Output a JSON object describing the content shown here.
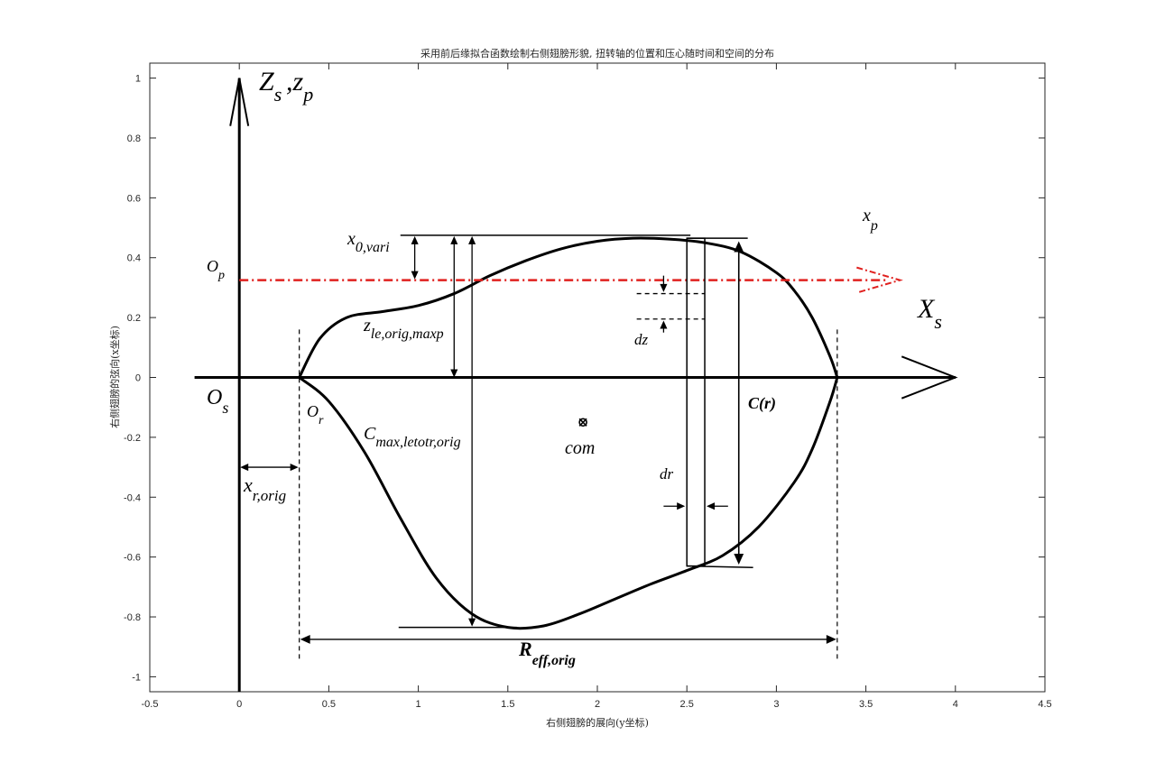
{
  "chart_data": {
    "type": "line",
    "title": "采用前后缘拟合函数绘制右侧翅膀形貌, 扭转轴的位置和压心随时间和空间的分布",
    "xlabel": "右侧翅膀的展向(y坐标)",
    "ylabel": "右侧翅膀的弦向(x坐标)",
    "xlim": [
      -0.5,
      4.5
    ],
    "ylim": [
      -1.05,
      1.05
    ],
    "xticks": [
      -0.5,
      0,
      0.5,
      1,
      1.5,
      2,
      2.5,
      3,
      3.5,
      4,
      4.5
    ],
    "yticks": [
      -1,
      -0.8,
      -0.6,
      -0.4,
      -0.2,
      0,
      0.2,
      0.4,
      0.6,
      0.8,
      1
    ],
    "xtick_labels": [
      "-0.5",
      "0",
      "0.5",
      "1",
      "1.5",
      "2",
      "2.5",
      "3",
      "3.5",
      "4",
      "4.5"
    ],
    "ytick_labels": [
      "-1",
      "-0.8",
      "-0.6",
      "-0.4",
      "-0.2",
      "0",
      "0.2",
      "0.4",
      "0.6",
      "0.8",
      "1"
    ],
    "grid": false,
    "series": [
      {
        "role": "leading-edge",
        "color": "#000000",
        "x": [
          0.335,
          0.45,
          0.6,
          0.8,
          1.0,
          1.2,
          1.4,
          1.6,
          1.8,
          2.0,
          2.2,
          2.4,
          2.6,
          2.8,
          3.0,
          3.1,
          3.2,
          3.3,
          3.34
        ],
        "y": [
          0.0,
          0.13,
          0.2,
          0.22,
          0.24,
          0.28,
          0.34,
          0.39,
          0.43,
          0.455,
          0.465,
          0.462,
          0.45,
          0.42,
          0.35,
          0.29,
          0.2,
          0.07,
          0.0
        ]
      },
      {
        "role": "trailing-edge",
        "color": "#000000",
        "x": [
          0.335,
          0.5,
          0.7,
          0.9,
          1.1,
          1.3,
          1.5,
          1.7,
          1.9,
          2.1,
          2.3,
          2.5,
          2.7,
          2.9,
          3.1,
          3.2,
          3.3,
          3.34
        ],
        "y": [
          0.0,
          -0.08,
          -0.25,
          -0.47,
          -0.67,
          -0.79,
          -0.835,
          -0.83,
          -0.79,
          -0.74,
          -0.69,
          -0.645,
          -0.595,
          -0.5,
          -0.35,
          -0.24,
          -0.08,
          0.0
        ]
      },
      {
        "role": "pitch-axis",
        "color": "#e0201e",
        "x": [
          0.0,
          3.65
        ],
        "y": [
          0.325,
          0.325
        ]
      }
    ],
    "com": {
      "x": 1.92,
      "y": -0.15
    },
    "annotations": {
      "axis_z": "Z",
      "axis_z_sub": "s",
      "axis_z2": ",z",
      "axis_z2_sub": "p",
      "axis_x": "X",
      "axis_x_sub": "s",
      "xp": "x",
      "xp_sub": "p",
      "op": "O",
      "op_sub": "p",
      "os": "O",
      "os_sub": "s",
      "or": "O",
      "or_sub": "r",
      "x0": "x",
      "x0_sub": "0,vari",
      "zle": "z",
      "zle_sub": "le,orig,maxp",
      "cmax": "C",
      "cmax_sub": "max,letotr,orig",
      "xr": "x",
      "xr_sub": "r,orig",
      "com": "com",
      "cr": "C(r)",
      "dz": "dz",
      "dr": "dr",
      "reff": "R",
      "reff_sub": "eff,orig"
    }
  }
}
